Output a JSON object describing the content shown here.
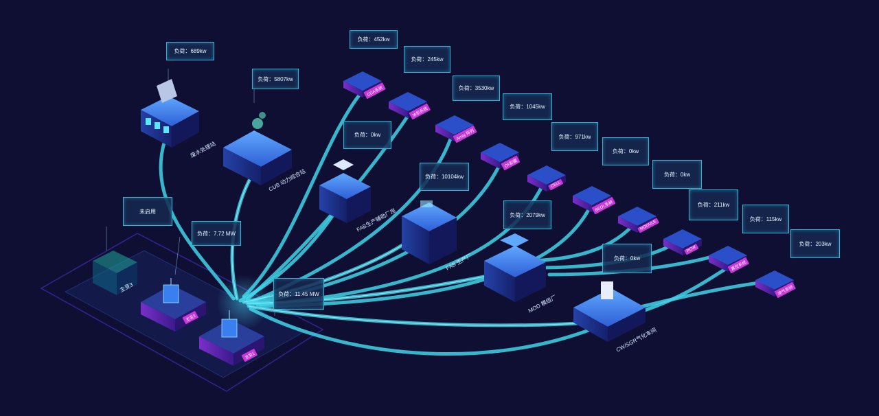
{
  "load_label": "负荷：",
  "colors": {
    "background": "#0f0e33",
    "flow_line": "#3fd3e8",
    "panel_border": "#2fb6d6",
    "building_blue": "#2f5fd6",
    "accent_pink": "#c73ad9"
  },
  "transformers": [
    {
      "id": "main1",
      "name": "主变1",
      "load": "11.45 MW"
    },
    {
      "id": "main2",
      "name": "主变2",
      "load": "7.72 MW"
    },
    {
      "id": "main3",
      "name": "主变3",
      "status": "未启用"
    }
  ],
  "plants": [
    {
      "id": "wastewater",
      "name": "废水处理站",
      "load": "689kw"
    },
    {
      "id": "cub",
      "name": "CUB 动力综合站",
      "load": "5807kw"
    },
    {
      "id": "fab_aux",
      "name": "FAB生产辅助厂房",
      "load": "0kw"
    },
    {
      "id": "fab",
      "name": "FAB 生产厂",
      "load": "10104kw"
    },
    {
      "id": "mod",
      "name": "MOD 模组厂",
      "load": "2079kw"
    },
    {
      "id": "cw",
      "name": "CW/SGR气化车间",
      "load": "0kw"
    }
  ],
  "systems": [
    {
      "id": "cda",
      "name": "CDA系统",
      "load": "452kw"
    },
    {
      "id": "chiller",
      "name": "冰机系统",
      "load": "245kw"
    },
    {
      "id": "array",
      "name": "Array 阵列",
      "load": "3530kw"
    },
    {
      "id": "cf",
      "name": "CF彩膜",
      "load": "1045kw"
    },
    {
      "id": "cell",
      "name": "CELL",
      "load": "971kw"
    },
    {
      "id": "beol",
      "name": "BEOL系统",
      "load": "0kw"
    },
    {
      "id": "module",
      "name": "MODULE",
      "load": "0kw"
    },
    {
      "id": "pcw",
      "name": "PCW",
      "load": "211kw"
    },
    {
      "id": "vacuum",
      "name": "真空系统",
      "load": "115kw"
    },
    {
      "id": "exhaust",
      "name": "排气系统",
      "load": "203kw"
    }
  ]
}
